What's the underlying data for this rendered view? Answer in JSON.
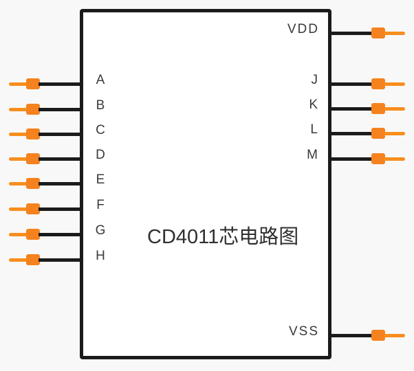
{
  "diagram": {
    "title": "CD4011芯电路图",
    "left_pins": [
      {
        "label": "A"
      },
      {
        "label": "B"
      },
      {
        "label": "C"
      },
      {
        "label": "D"
      },
      {
        "label": "E"
      },
      {
        "label": "F"
      },
      {
        "label": "G"
      },
      {
        "label": "H"
      }
    ],
    "right_pins": [
      {
        "label": "VDD"
      },
      {
        "label": "J"
      },
      {
        "label": "K"
      },
      {
        "label": "L"
      },
      {
        "label": "M"
      },
      {
        "label": "VSS"
      }
    ]
  },
  "colors": {
    "connector_orange": "#F5821E",
    "lead_orange": "#F78E1D",
    "wire_black": "#1B1B1B",
    "chip_fill": "#FFFFFF",
    "background": "#F8F8F8",
    "text": "#3A3A3A"
  }
}
